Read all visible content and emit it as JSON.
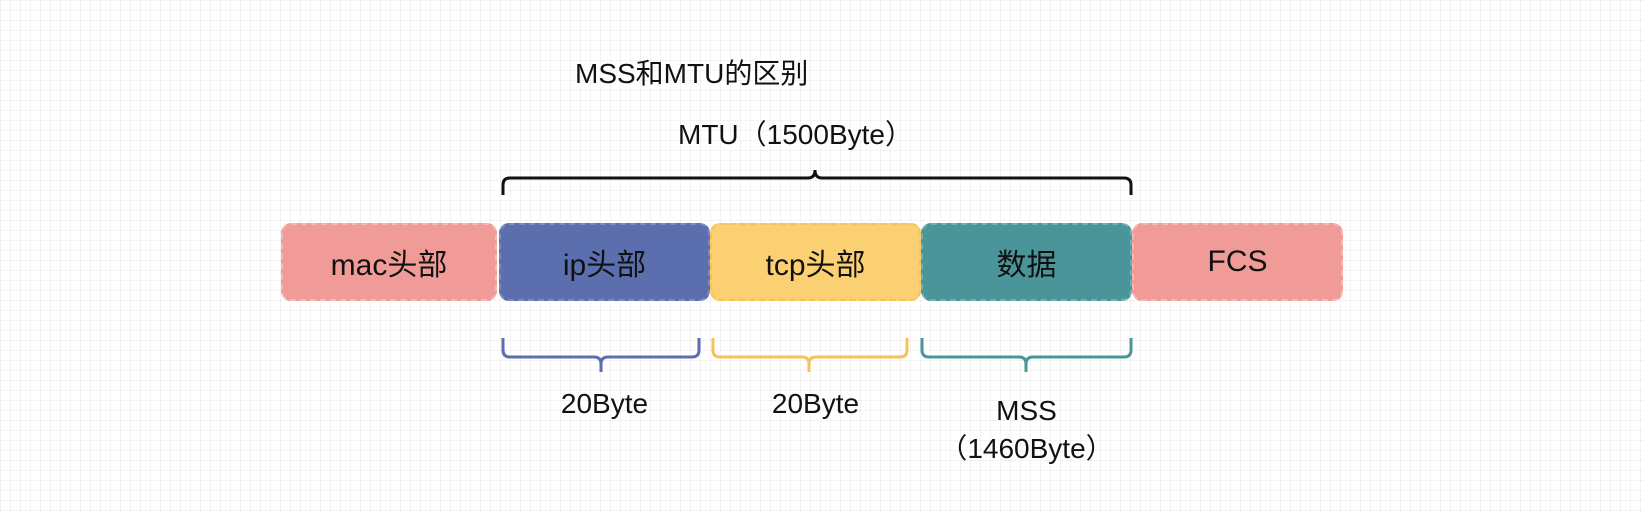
{
  "diagram": {
    "title": "MSS和MTU的区别",
    "mtu_label": "MTU（1500Byte）",
    "blocks": [
      {
        "label": "mac头部",
        "fill": "#f09b97",
        "border": "#f5b7b3"
      },
      {
        "label": "ip头部",
        "fill": "#5b6eae",
        "border": "#7b8ac0"
      },
      {
        "label": "tcp头部",
        "fill": "#fbd072",
        "border": "#f4c35a"
      },
      {
        "label": "数据",
        "fill": "#4a959a",
        "border": "#6fb0b4"
      },
      {
        "label": "FCS",
        "fill": "#f09b97",
        "border": "#f5b7b3"
      }
    ],
    "size_labels": {
      "ip": "20Byte",
      "tcp": "20Byte",
      "mss_line1": "MSS",
      "mss_line2": "（1460Byte）"
    },
    "brace_colors": {
      "mtu": "#111111",
      "ip": "#5b6eae",
      "tcp": "#f4c35a",
      "data": "#4a959a"
    }
  }
}
